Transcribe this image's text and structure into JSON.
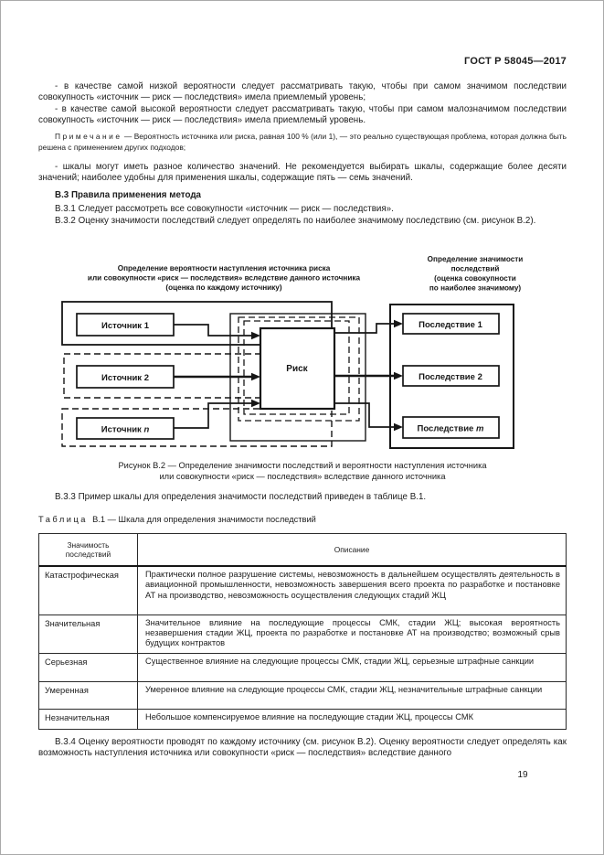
{
  "colors": {
    "paper": "#ffffff",
    "ink": "#1c1c1c"
  },
  "header": {
    "code": "ГОСТ Р 58045—2017"
  },
  "page": {
    "number": "19"
  },
  "content": {
    "p_low": "- в качестве самой низкой вероятности следует рассматривать такую, чтобы при самом значимом последствии совокупность «источник — риск — последствия» имела приемлемый уровень;",
    "p_high": "- в качестве самой высокой вероятности следует рассматривать такую, чтобы при самом малозначимом последствии совокупность «источник — риск — последствия» имела приемлемый уровень.",
    "note_label": "Примечание",
    "note_text": "—  Вероятность источника или риска, равная 100 % (или 1), — это реально существующая проблема, которая должна быть решена с применением других подходов;",
    "p_scales": "- шкалы могут иметь разное количество значений. Не рекомендуется выбирать шкалы, содержащие более десяти значений; наиболее удобны для применения шкалы, содержащие пять — семь значений.",
    "b3_heading": "В.3 Правила применения метода",
    "b31": "В.3.1 Следует рассмотреть все совокупности «источник — риск — последствия».",
    "b32": "В.3.2 Оценку значимости последствий следует определять по наиболее значимому последствию (см. рисунок В.2).",
    "b33": "В.3.3 Пример шкалы для определения значимости последствий приведен в таблице В.1.",
    "b34": "В.3.4 Оценку вероятности проводят по каждому источнику (см. рисунок В.2). Оценку вероятности следует определять как возможность наступления источника или совокупности «риск — последствия» вследствие данного"
  },
  "figure": {
    "left_title": [
      "Определение вероятности наступления источника риска",
      "или совокупности «риск — последствия» вследствие данного источника",
      "(оценка по каждому источнику)"
    ],
    "right_title": [
      "Определение значимости",
      "последствий",
      "(оценка совокупности",
      "по наиболее значимому)"
    ],
    "sources": [
      {
        "word": "Источник",
        "num": "1"
      },
      {
        "word": "Источник",
        "num": "2"
      },
      {
        "word": "Источник",
        "num": "n"
      }
    ],
    "risk": "Риск",
    "consequences": [
      {
        "word": "Последствие",
        "num": "1"
      },
      {
        "word": "Последствие",
        "num": "2"
      },
      {
        "word": "Последствие",
        "num": "m"
      }
    ],
    "caption": [
      "Рисунок В.2 — Определение значимости последствий и вероятности наступления источника",
      "или совокупности «риск — последствия» вследствие данного источника"
    ]
  },
  "table": {
    "title_label": "Таблица",
    "title_rest": "В.1 — Шкала для определения значимости последствий",
    "header_col1": [
      "Значимость",
      "последствий"
    ],
    "header_col2": "Описание",
    "rows": [
      {
        "name": "Катастрофическая",
        "desc": "Практически полное разрушение системы, невозможность в дальнейшем осуществлять деятельность в авиационной промышленности, невозможность завершения всего проекта по разработке и постановке АТ на производство, невозможность осуществления следующих стадий ЖЦ"
      },
      {
        "name": "Значительная",
        "desc": "Значительное влияние на последующие процессы СМК, стадии ЖЦ; высокая вероятность незавершения стадии ЖЦ, проекта по разработке и постановке АТ на производство; возможный срыв будущих контрактов"
      },
      {
        "name": "Серьезная",
        "desc": "Существенное влияние на следующие процессы СМК, стадии ЖЦ, серьезные штрафные санкции"
      },
      {
        "name": "Умеренная",
        "desc": "Умеренное влияние на следующие процессы СМК, стадии ЖЦ, незначительные штрафные санкции"
      },
      {
        "name": "Незначительная",
        "desc": "Небольшое компенсируемое влияние на последующие стадии ЖЦ, процессы СМК"
      }
    ]
  }
}
